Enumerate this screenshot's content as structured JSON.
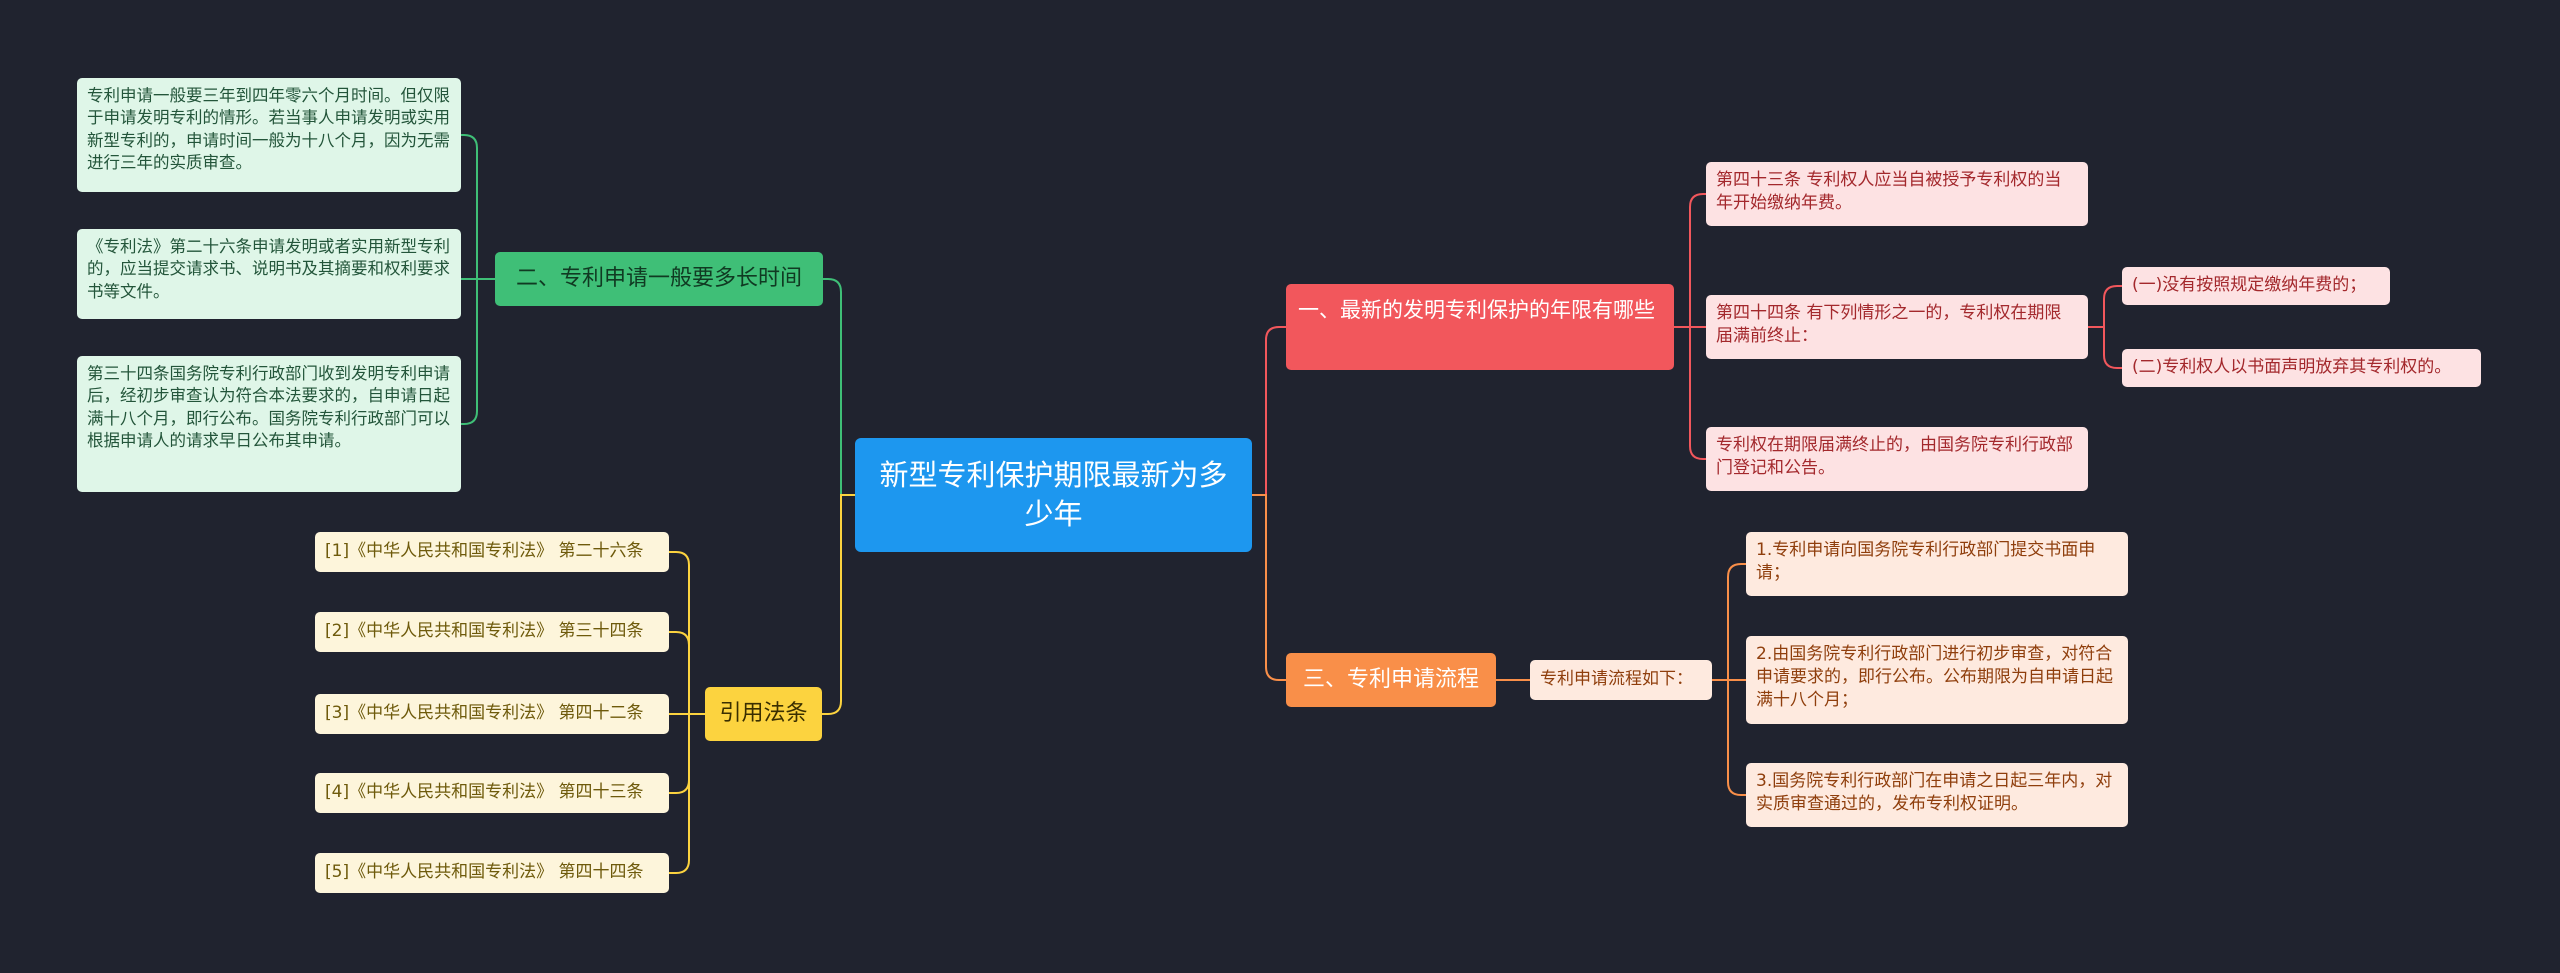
{
  "root": {
    "title": "新型专利保护期限最新为多少年"
  },
  "branch1": {
    "title": "一、最新的发明专利保护的年限有哪些",
    "items": [
      {
        "text": "第四十三条 专利权人应当自被授予专利权的当年开始缴纳年费。"
      },
      {
        "text": "第四十四条 有下列情形之一的，专利权在期限届满前终止："
      },
      {
        "text": "专利权在期限届满终止的，由国务院专利行政部门登记和公告。"
      }
    ],
    "subitems": [
      {
        "text": "(一)没有按照规定缴纳年费的；"
      },
      {
        "text": "(二)专利权人以书面声明放弃其专利权的。"
      }
    ]
  },
  "branch2": {
    "title": "二、专利申请一般要多长时间",
    "items": [
      {
        "text": "专利申请一般要三年到四年零六个月时间。但仅限于申请发明专利的情形。若当事人申请发明或实用新型专利的，申请时间一般为十八个月，因为无需进行三年的实质审查。"
      },
      {
        "text": "《专利法》第二十六条申请发明或者实用新型专利的，应当提交请求书、说明书及其摘要和权利要求书等文件。"
      },
      {
        "text": "第三十四条国务院专利行政部门收到发明专利申请后，经初步审查认为符合本法要求的，自申请日起满十八个月，即行公布。国务院专利行政部门可以根据申请人的请求早日公布其申请。"
      }
    ]
  },
  "branch3": {
    "title": "三、专利申请流程",
    "middle": {
      "text": "专利申请流程如下："
    },
    "items": [
      {
        "text": "1.专利申请向国务院专利行政部门提交书面申请；"
      },
      {
        "text": "2.由国务院专利行政部门进行初步审查，对符合申请要求的，即行公布。公布期限为自申请日起满十八个月；"
      },
      {
        "text": "3.国务院专利行政部门在申请之日起三年内，对实质审查通过的，发布专利权证明。"
      }
    ]
  },
  "branch4": {
    "title": "引用法条",
    "items": [
      {
        "text": "[1]《中华人民共和国专利法》 第二十六条"
      },
      {
        "text": "[2]《中华人民共和国专利法》 第三十四条"
      },
      {
        "text": "[3]《中华人民共和国专利法》 第四十二条"
      },
      {
        "text": "[4]《中华人民共和国专利法》 第四十三条"
      },
      {
        "text": "[5]《中华人民共和国专利法》 第四十四条"
      }
    ]
  },
  "colors": {
    "background": "#20232f",
    "root": "#1d97ef",
    "red": "#f2575c",
    "green": "#3fbf77",
    "orange": "#f98f49",
    "yellow": "#fcd33f"
  }
}
